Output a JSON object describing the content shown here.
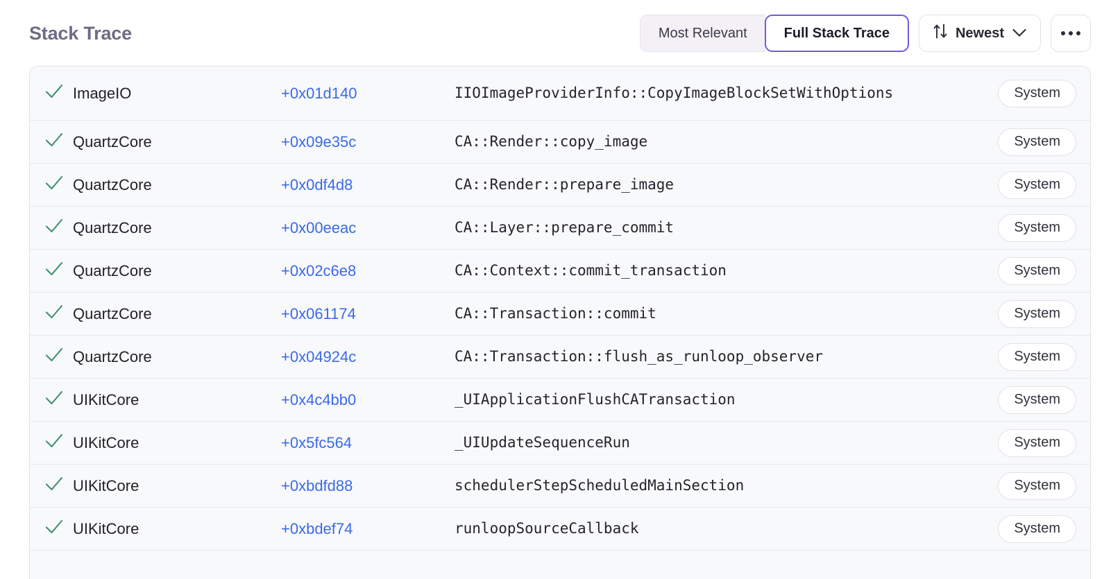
{
  "panel": {
    "title": "Stack Trace"
  },
  "toolbar": {
    "segmented": {
      "most_relevant_label": "Most Relevant",
      "full_stack_trace_label": "Full Stack Trace",
      "active": "Full Stack Trace"
    },
    "sort": {
      "label": "Newest",
      "sort_icon": "sort-arrows-icon",
      "chevron_icon": "chevron-down-icon"
    },
    "overflow": {
      "icon": "ellipsis-icon",
      "label": "…"
    },
    "accent_color": "#6c5ce0"
  },
  "colors": {
    "title": "#6f6b86",
    "offset_link": "#3b69e8",
    "check": "#3f8f6f",
    "row_background": "#f8f9fb",
    "row_divider": "#e8e6ee",
    "panel_border": "#e4e2ea"
  },
  "frames": [
    {
      "status_icon": "check-icon",
      "package": "ImageIO",
      "offset": "+0x01d140",
      "symbol": "IIOImageProviderInfo::CopyImageBlockSetWithOptions",
      "badge": "System"
    },
    {
      "status_icon": "check-icon",
      "package": "QuartzCore",
      "offset": "+0x09e35c",
      "symbol": "CA::Render::copy_image",
      "badge": "System"
    },
    {
      "status_icon": "check-icon",
      "package": "QuartzCore",
      "offset": "+0x0df4d8",
      "symbol": "CA::Render::prepare_image",
      "badge": "System"
    },
    {
      "status_icon": "check-icon",
      "package": "QuartzCore",
      "offset": "+0x00eeac",
      "symbol": "CA::Layer::prepare_commit",
      "badge": "System"
    },
    {
      "status_icon": "check-icon",
      "package": "QuartzCore",
      "offset": "+0x02c6e8",
      "symbol": "CA::Context::commit_transaction",
      "badge": "System"
    },
    {
      "status_icon": "check-icon",
      "package": "QuartzCore",
      "offset": "+0x061174",
      "symbol": "CA::Transaction::commit",
      "badge": "System"
    },
    {
      "status_icon": "check-icon",
      "package": "QuartzCore",
      "offset": "+0x04924c",
      "symbol": "CA::Transaction::flush_as_runloop_observer",
      "badge": "System"
    },
    {
      "status_icon": "check-icon",
      "package": "UIKitCore",
      "offset": "+0x4c4bb0",
      "symbol": "_UIApplicationFlushCATransaction",
      "badge": "System"
    },
    {
      "status_icon": "check-icon",
      "package": "UIKitCore",
      "offset": "+0x5fc564",
      "symbol": "_UIUpdateSequenceRun",
      "badge": "System"
    },
    {
      "status_icon": "check-icon",
      "package": "UIKitCore",
      "offset": "+0xbdfd88",
      "symbol": "schedulerStepScheduledMainSection",
      "badge": "System"
    },
    {
      "status_icon": "check-icon",
      "package": "UIKitCore",
      "offset": "+0xbdef74",
      "symbol": "runloopSourceCallback",
      "badge": "System"
    }
  ]
}
